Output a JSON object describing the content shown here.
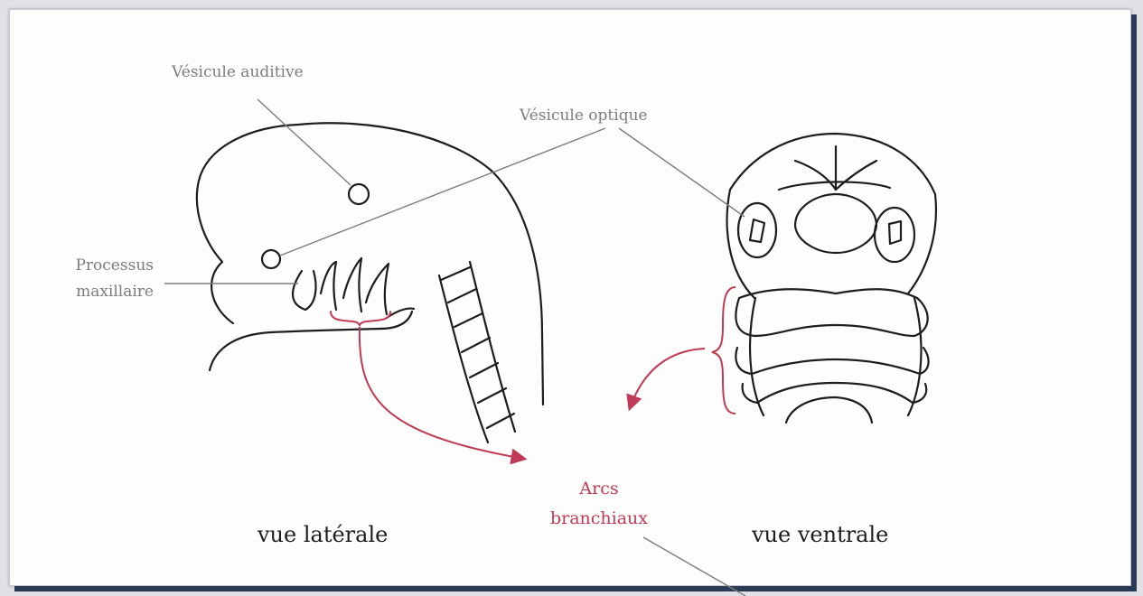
{
  "labels": {
    "vesicule_auditive": "Vésicule auditive",
    "vesicule_optique": "Vésicule optique",
    "processus_line1": "Processus",
    "processus_line2": "maxillaire",
    "arcs_line1": "Arcs",
    "arcs_line2": "branchiaux",
    "vue_laterale": "vue latérale",
    "vue_ventrale": "vue ventrale"
  },
  "colors": {
    "background": "#fdfdfc",
    "frame_shadow": "#2b3a55",
    "drawing_stroke": "#1d1d1d",
    "leader_line": "#7c7c7c",
    "highlight_red": "#c03a55"
  }
}
